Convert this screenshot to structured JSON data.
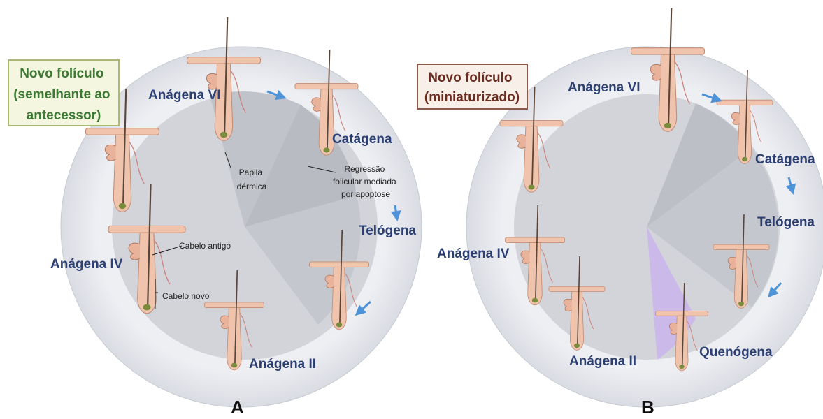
{
  "panels": [
    {
      "letter": "A",
      "new_follicle_box": {
        "lines": [
          "Novo folículo",
          "(semelhante ao",
          "antecessor)"
        ],
        "border_color": "#a9b873",
        "fill_color": "#f5f6df",
        "text_color": "#3c7a33"
      },
      "stages": {
        "anagen_vi": "Anágena VI",
        "catagen": "Catágena",
        "telogen": "Telógena",
        "anagen_iv": "Anágena IV",
        "anagen_ii": "Anágena II"
      },
      "annotations": {
        "dermal_papilla": [
          "Papila",
          "dérmica"
        ],
        "regression": [
          "Regressão",
          "folicular mediada",
          "por apoptose"
        ],
        "old_hair": "Cabelo antigo",
        "new_hair": "Cabelo novo"
      }
    },
    {
      "letter": "B",
      "new_follicle_box": {
        "lines": [
          "Novo folículo",
          "(miniaturizado)"
        ],
        "border_color": "#8b5a4a",
        "fill_color": "#f8efe9",
        "text_color": "#6b2b1e"
      },
      "stages": {
        "anagen_vi": "Anágena VI",
        "catagen": "Catágena",
        "telogen": "Telógena",
        "anagen_iv": "Anágena IV",
        "anagen_ii": "Anágena II",
        "kenogen": "Quenógena"
      }
    }
  ],
  "colors": {
    "outer_ring": "#e9eaef",
    "inner_disk": "#cfd1d8",
    "sector_dark": "#bdbfc6",
    "kenogen_sector": "#c9b6ea",
    "follicle": "#f0c3ad",
    "follicle_stroke": "#c08c74",
    "arrow": "#4e92d8",
    "stage_text": "#2b3f73"
  }
}
